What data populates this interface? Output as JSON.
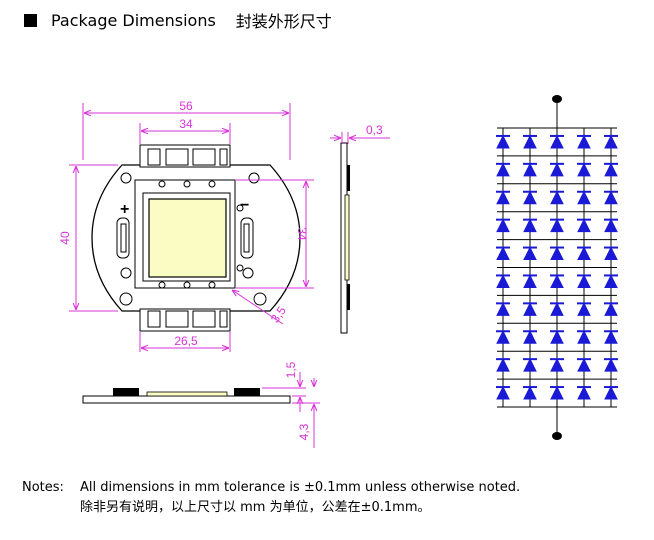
{
  "header": {
    "title_en": "Package Dimensions",
    "title_cn": "封装外形尺寸"
  },
  "dimensions": {
    "overall_width": "56",
    "pad_width": "34",
    "height": "40",
    "side_height": "34",
    "thickness": "0,3",
    "hole": "3,5",
    "bottom_width": "26,5",
    "step_height": "1,5",
    "total_height": "4,3"
  },
  "polarity": {
    "plus": "+",
    "minus": "−"
  },
  "notes": {
    "label": "Notes:",
    "line1": "All dimensions in mm tolerance is ±0.1mm unless otherwise noted.",
    "line2": "除非另有说明，以上尺寸以 mm 为单位，公差在±0.1mm。"
  },
  "colors": {
    "dimension": "#d733d7",
    "led": "#1a1ad6",
    "chip": "#fbfcc4",
    "ink": "#000000"
  },
  "circuit": {
    "columns": 5,
    "rows": 10
  }
}
